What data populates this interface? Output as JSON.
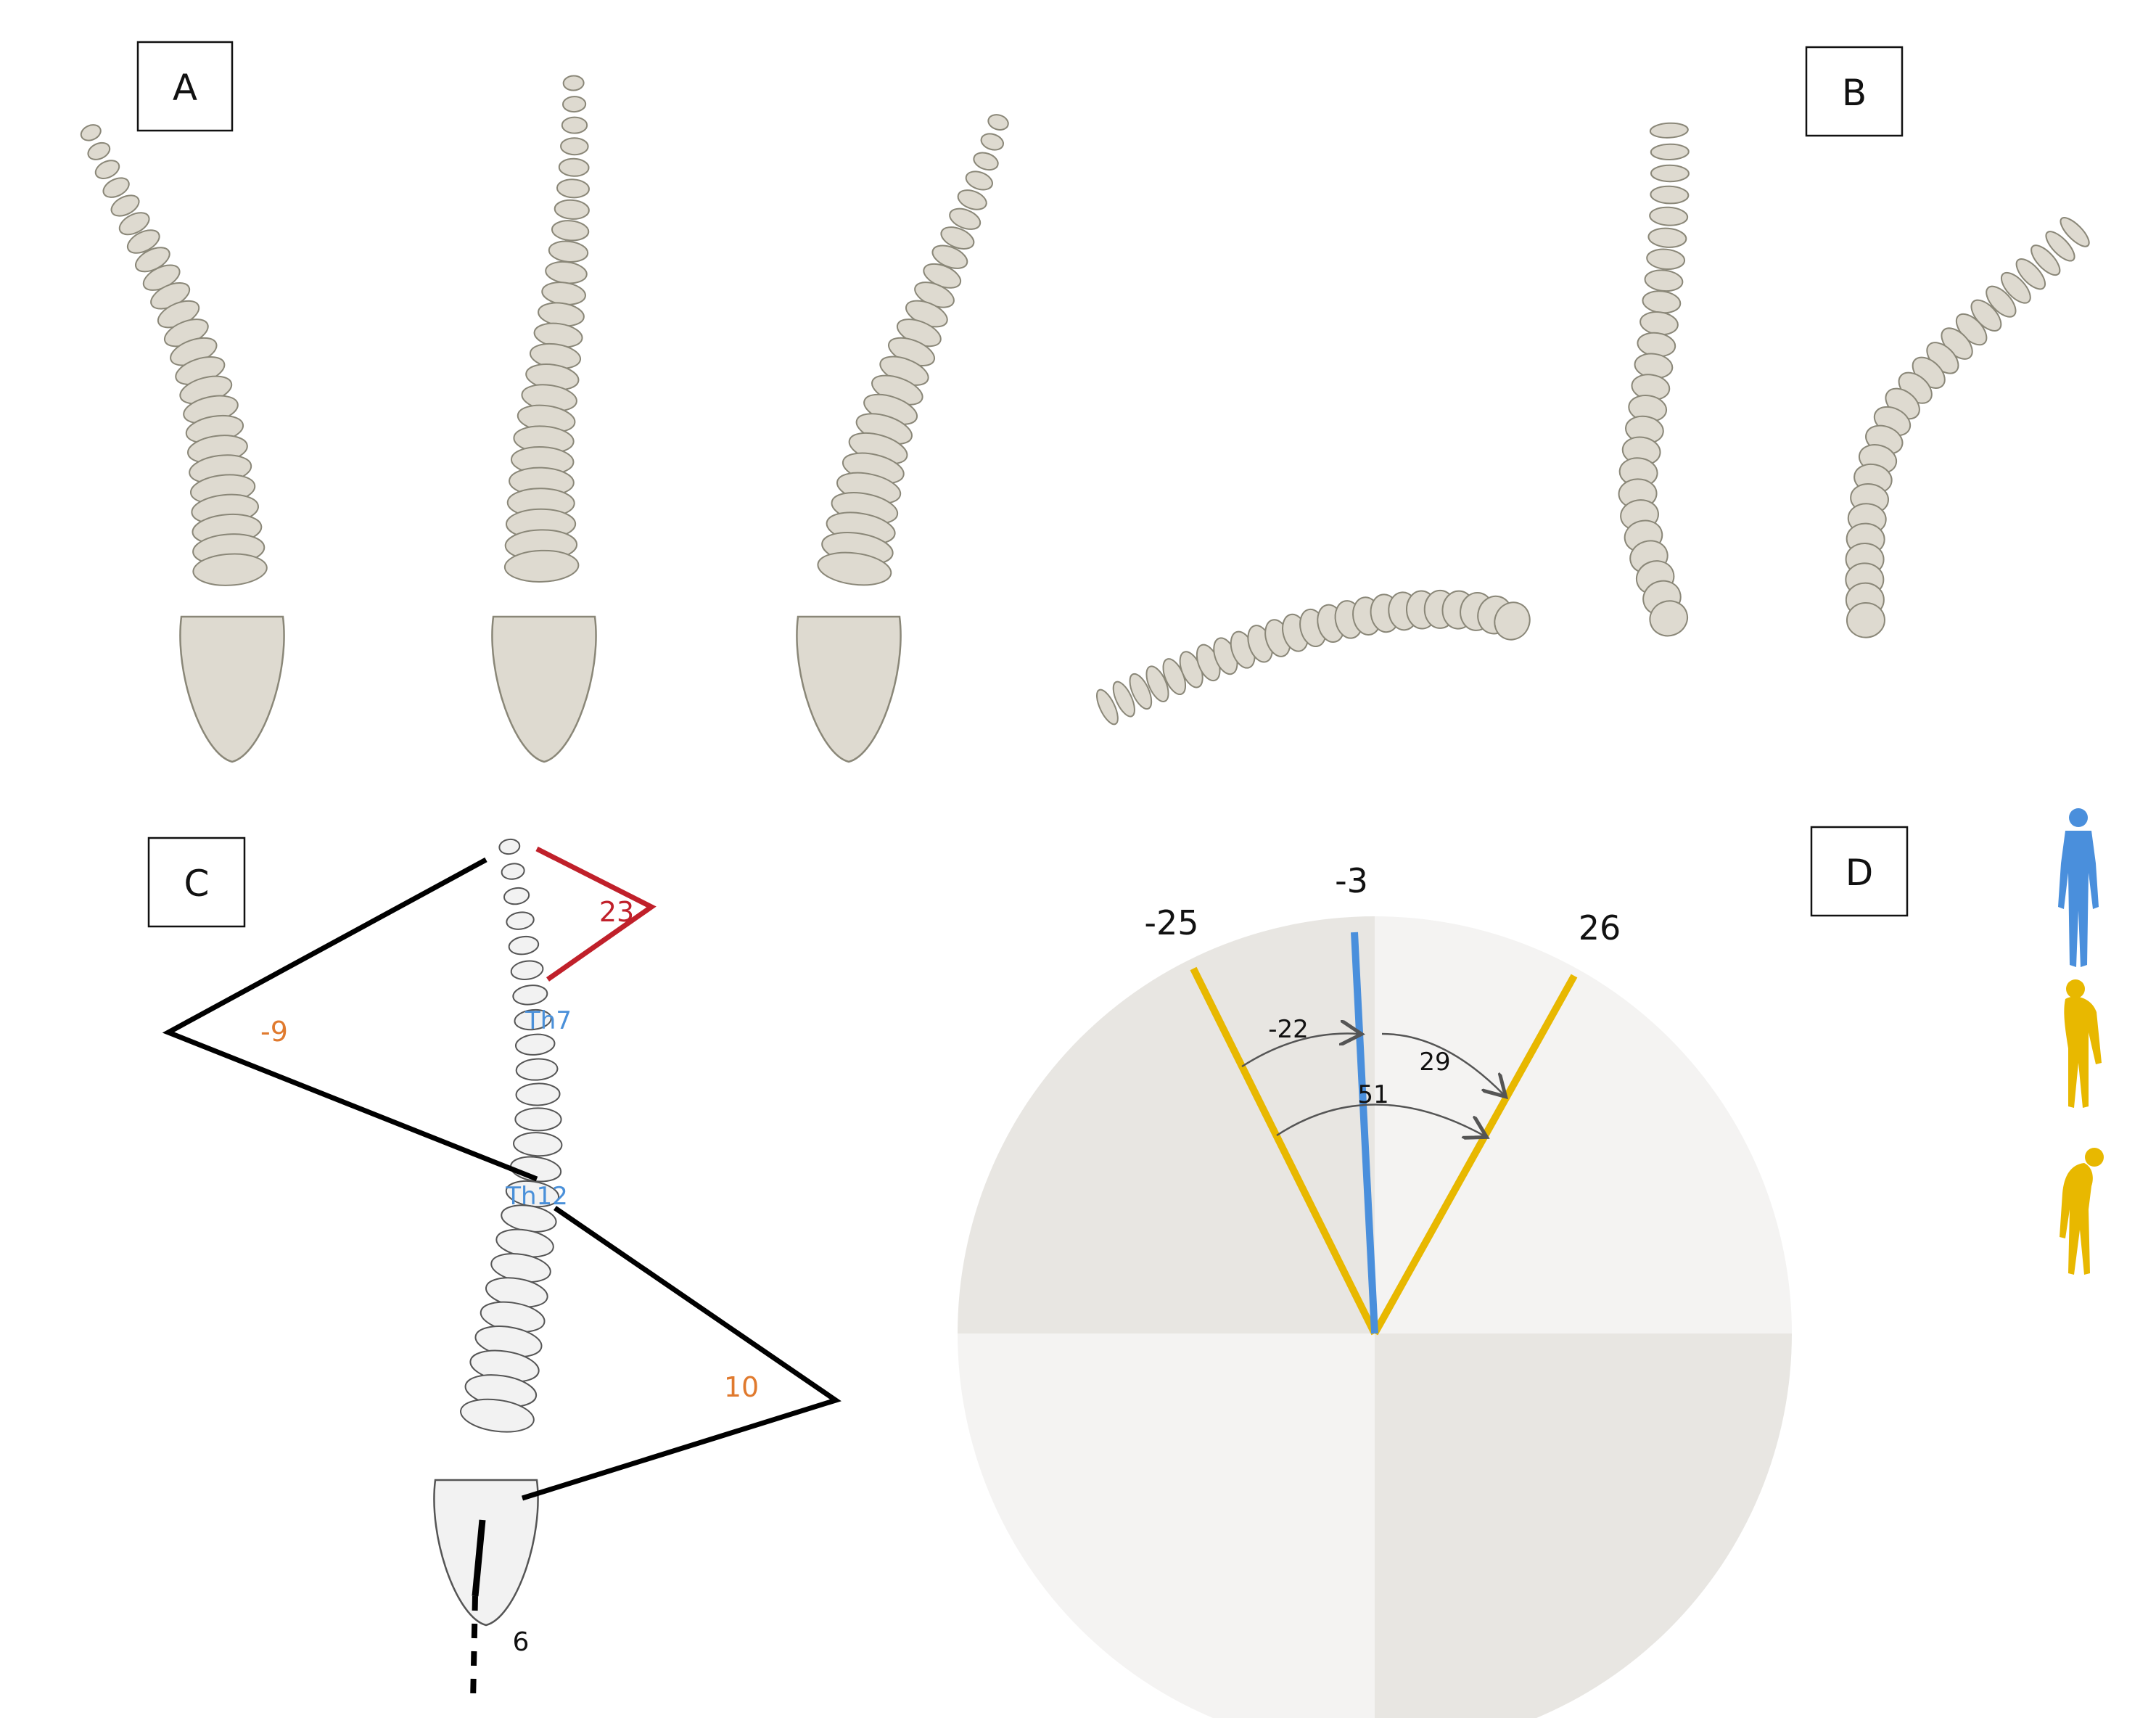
{
  "panels": {
    "a": {
      "label": "A"
    },
    "b": {
      "label": "B"
    },
    "c": {
      "label": "C",
      "angle_upper": "23",
      "angle_left": "-9",
      "angle_right": "10",
      "angle_sacral": "6",
      "vertebra_upper": "Th7",
      "vertebra_lower": "Th12"
    },
    "d": {
      "label": "D",
      "line_left": "-25",
      "line_center": "-3",
      "line_right": "26",
      "arc_left": "-22",
      "arc_right": "29",
      "arc_total": "51"
    }
  },
  "colors": {
    "bone": "#dedad0",
    "bone_outline": "#8a8778",
    "red_line": "#c0202a",
    "orange_text": "#e07a2e",
    "blue_label": "#4a90d9",
    "blue_line": "#4a8fdc",
    "yellow_line": "#e8b800",
    "pie_dark": "#e8e6e2",
    "pie_light": "#f4f3f2",
    "figure_blue": "#4a8fdc",
    "figure_yellow": "#e8b800"
  },
  "icons": [
    "standing-person-icon",
    "stooped-person-icon",
    "bent-person-icon"
  ]
}
